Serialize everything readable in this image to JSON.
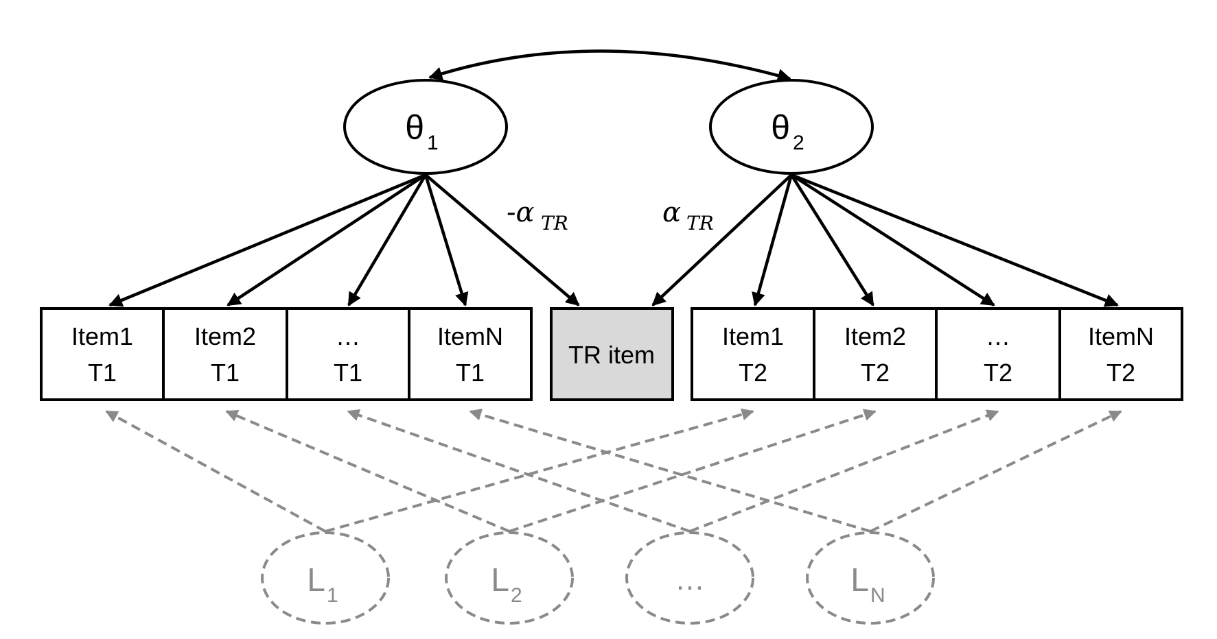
{
  "diagram": {
    "factors": [
      {
        "id": "theta1",
        "symbol": "θ",
        "sub": "1"
      },
      {
        "id": "theta2",
        "symbol": "θ",
        "sub": "2"
      }
    ],
    "items_t1": [
      {
        "line1": "Item1",
        "line2": "T1"
      },
      {
        "line1": "Item2",
        "line2": "T1"
      },
      {
        "line1": "…",
        "line2": "T1"
      },
      {
        "line1": "ItemN",
        "line2": "T1"
      }
    ],
    "tr_item": {
      "label": "TR item",
      "fill": "#d9d9d9"
    },
    "items_t2": [
      {
        "line1": "Item1",
        "line2": "T2"
      },
      {
        "line1": "Item2",
        "line2": "T2"
      },
      {
        "line1": "…",
        "line2": "T2"
      },
      {
        "line1": "ItemN",
        "line2": "T2"
      }
    ],
    "loadings": {
      "neg_alpha_prefix": "-α",
      "neg_alpha_sub": "TR",
      "alpha_prefix": "α",
      "alpha_sub": "TR"
    },
    "method_factors": [
      {
        "main": "L",
        "sub": "1"
      },
      {
        "main": "L",
        "sub": "2"
      },
      {
        "main": "…",
        "sub": ""
      },
      {
        "main": "L",
        "sub": "N"
      }
    ],
    "colors": {
      "line": "#000000",
      "method_line": "#8a8a8a",
      "tr_fill": "#d9d9d9"
    }
  }
}
